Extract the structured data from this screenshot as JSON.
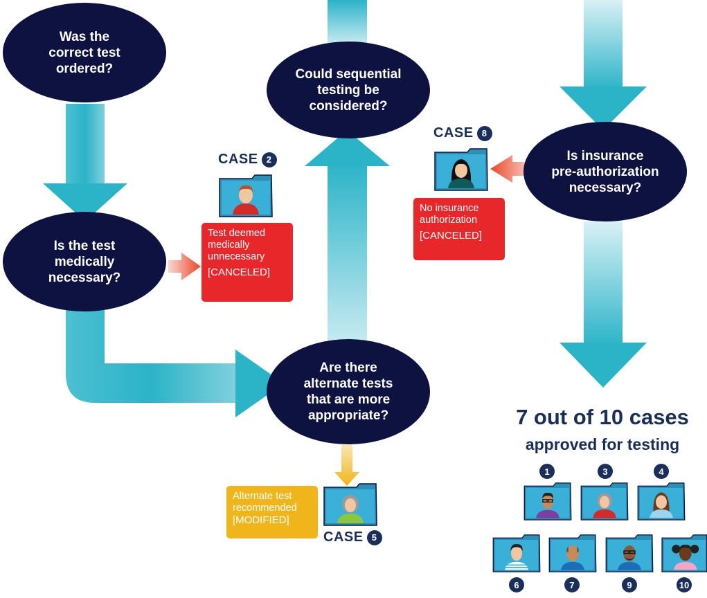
{
  "decisions": {
    "correct_test": "Was the\ncorrect test\nordered?",
    "medically_necessary": "Is the test\nmedically\nnecessary?",
    "sequential": "Could sequential\ntesting be\nconsidered?",
    "alternate": "Are there\nalternate tests\nthat are more\nappropriate?",
    "insurance": "Is insurance\npre-authorization\nnecessary?"
  },
  "outcomes": {
    "case2": {
      "case_label": "CASE",
      "case_number": "2",
      "text": "Test deemed\nmedically\nunnecessary",
      "status": "[CANCELED]"
    },
    "case8": {
      "case_label": "CASE",
      "case_number": "8",
      "text": "No insurance\nauthorization",
      "status": "[CANCELED]"
    },
    "case5": {
      "case_label": "CASE",
      "case_number": "5",
      "text": "Alternate test\nrecommended",
      "status": "[MODIFIED]"
    }
  },
  "summary": {
    "headline": "7 out of 10 cases",
    "subline": "approved for testing",
    "approved_cases": [
      "1",
      "3",
      "4",
      "6",
      "7",
      "9",
      "10"
    ]
  },
  "colors": {
    "node": "#0e1241",
    "arrow_teal": "#2bb3c8",
    "canceled": "#e8272a",
    "modified": "#f0b51b",
    "case_text": "#1a2e5a"
  },
  "icons": [
    "patient-folder-icon",
    "arrow-icon"
  ]
}
